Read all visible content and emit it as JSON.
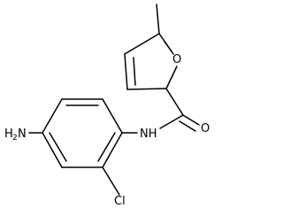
{
  "molecule": {
    "atoms": {
      "furan_oxygen": "O",
      "carbonyl_oxygen": "O",
      "amide_nitrogen": "NH",
      "amine_nitrogen": "N",
      "amine_hydrogen": "H",
      "amine_hydrogen_count": "2",
      "chlorine": "Cl"
    }
  }
}
